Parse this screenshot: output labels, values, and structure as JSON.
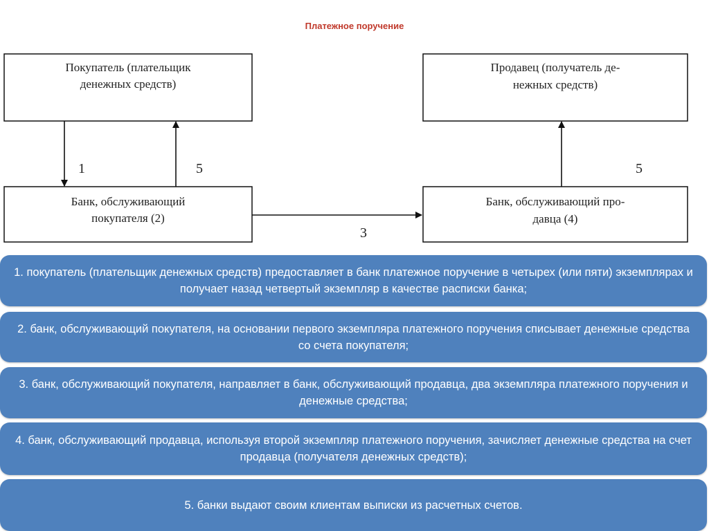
{
  "title": "Платежное поручение",
  "diagram": {
    "buyer_box": [
      "Покупатель (плательщик",
      "денежных средств)"
    ],
    "seller_box": [
      "Продавец (получатель де-",
      "нежных средств)"
    ],
    "buyer_bank_box": [
      "Банк, обслуживающий",
      "покупателя (2)"
    ],
    "seller_bank_box": [
      "Банк, обслуживающий про-",
      "давца (4)"
    ],
    "labels": {
      "arrow1": "1",
      "arrow5_left": "5",
      "arrow3": "3",
      "arrow5_right": "5"
    }
  },
  "steps": [
    "1. покупатель (плательщик денежных средств) предоставляет в банк платежное поручение в четырех (или пяти) экземплярах и получает назад четвертый экземпляр в качестве расписки банка;",
    "2. банк, обслуживающий покупателя, на основании первого экземпляра платежного поручения списывает денежные средства со счета покупателя;",
    "3. банк, обслуживающий покупателя, направляет в банк, обслуживающий продавца, два экземпляра платежного поручения и денежные средства;",
    "4. банк, обслуживающий продавца, используя второй экземпляр платежного поручения, зачисляет денежные средства на счет продавца (получателя денежных средств);",
    "5. банки выдают своим клиентам выписки из расчетных счетов."
  ]
}
